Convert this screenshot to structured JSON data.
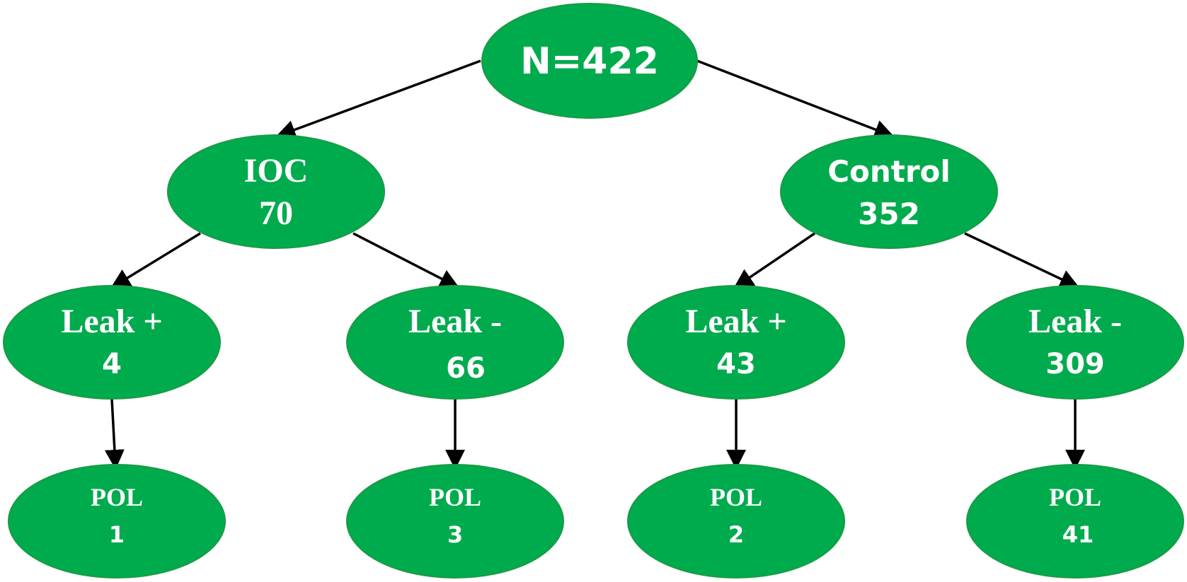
{
  "colors": {
    "node_fill": "#00ab4e",
    "edge": "#000000",
    "text": "#ffffff",
    "background": "#ffffff"
  },
  "nodes": [
    {
      "id": "root",
      "lines": [
        "N=422"
      ]
    },
    {
      "id": "ioc",
      "lines": [
        "IOC",
        "70"
      ]
    },
    {
      "id": "control",
      "lines": [
        "Control",
        "352"
      ]
    },
    {
      "id": "ioc-leak-pos",
      "lines": [
        "Leak +",
        "4"
      ]
    },
    {
      "id": "ioc-leak-neg",
      "lines": [
        "Leak -",
        "66"
      ]
    },
    {
      "id": "ctl-leak-pos",
      "lines": [
        "Leak +",
        "43"
      ]
    },
    {
      "id": "ctl-leak-neg",
      "lines": [
        "Leak -",
        "309"
      ]
    },
    {
      "id": "ioc-pos-pol",
      "lines": [
        "POL",
        "1"
      ]
    },
    {
      "id": "ioc-neg-pol",
      "lines": [
        "POL",
        "3"
      ]
    },
    {
      "id": "ctl-pos-pol",
      "lines": [
        "POL",
        "2"
      ]
    },
    {
      "id": "ctl-neg-pol",
      "lines": [
        "POL",
        "41"
      ]
    }
  ],
  "edges": [
    {
      "from": "root",
      "to": "ioc"
    },
    {
      "from": "root",
      "to": "control"
    },
    {
      "from": "ioc",
      "to": "ioc-leak-pos"
    },
    {
      "from": "ioc",
      "to": "ioc-leak-neg"
    },
    {
      "from": "control",
      "to": "ctl-leak-pos"
    },
    {
      "from": "control",
      "to": "ctl-leak-neg"
    },
    {
      "from": "ioc-leak-pos",
      "to": "ioc-pos-pol"
    },
    {
      "from": "ioc-leak-neg",
      "to": "ioc-neg-pol"
    },
    {
      "from": "ctl-leak-pos",
      "to": "ctl-pos-pol"
    },
    {
      "from": "ctl-leak-neg",
      "to": "ctl-neg-pol"
    }
  ]
}
